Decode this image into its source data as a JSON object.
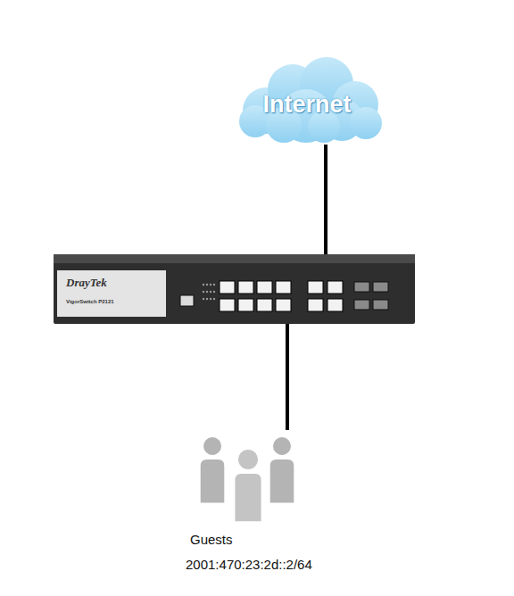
{
  "diagram": {
    "nodes": [
      {
        "text": [
          "Internet"
        ]
      },
      {
        "text": [
          "DrayTek",
          "VigorSwitch P2121"
        ]
      },
      {
        "text": [
          "Guests",
          "2001:470:23:2d::2/64"
        ]
      }
    ],
    "edges": [
      {
        "from": 0,
        "to": 1,
        "arrow": "none"
      },
      {
        "from": 1,
        "to": 2,
        "arrow": "none"
      }
    ]
  }
}
